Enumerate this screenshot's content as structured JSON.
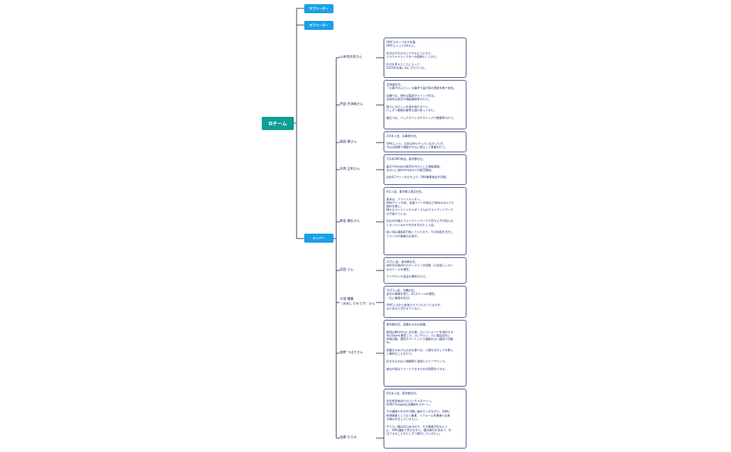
{
  "root": {
    "label": "Dチーム"
  },
  "sub_nodes": [
    "サブリーダー",
    "サブリーダー",
    "メンバー"
  ],
  "members": [
    {
      "name": "山本達太郎さん",
      "note": "OMCスタッフの大先輩。\nOMCに入って1年以上。\n\n外注はそれなりにできるようになり、\nクラウドディレクターの経験もしてきた。\n\n外注を覚えたことによって、\n2025年を楽しみにされている。"
    },
    {
      "name": "芦田 奈津樹さん",
      "note": "北海道在住。\n「お菓子のふじい」の藤井千晶代表の食歴を勢で参加。\n\n店舗では、現在は製造がメインで担当。\n全体的な販売や通販業務等も行う。\n\n誰りにも忙しい社長を助けるべく、\n少しずつ事務作業等も請け負ってきた。\n\n最近では、バックオフィスやマニュアル整備等も行う。"
    },
    {
      "name": "稲田 康さん",
      "note": "2月末入会。兵庫県在住。\n\nOMCに入り、当初は何もやっていなかったが、\n今は出版事で通販を中心に独立して事業を行う。"
    },
    {
      "name": "矢岡 正和さん",
      "note": "7月末OMC参加。東京都在住。\n\n楽天やAmazon販売を中心とした物販事業。\nあるいに海外Amazonでの販売開始。\n\n自社ECサイトの立ち上げ、SNS集客強化が目標。"
    },
    {
      "name": "飯島 康弘さん",
      "note": "8月入会。東京都江東区在住。\n\n基本は、アフィリエイター。\nWebサイト作成、会員サイト作成などWebのなんでも\n屋的な感じ。\n様々なコンテンツホルダーさんのクライアントワーク\nも手掛けている。\n\n自分の作業とクライアントワークで色々と手が回らな\nくなっているので外注を学びたく入会。\n\n若い頃は漫画家目指していたので、その知見を活かし\nてマンガの事業も計画中。"
    },
    {
      "name": "前田 さん",
      "note": "11月入会。東京都在住。\n海外在住者向けのオンライン学習塾・日本語レッスン\nのスクールを運営。\n\nアイサロンや英会の運営も行う。"
    },
    {
      "name": "大城 優暮\n（おおしろゆうき）さん",
      "note": "11/11入会。沖縄在住。\n会社の事業を受け、ESスクールの運営。\n（主に集客を担当）\n\nOMCにはから参加させていただいてますが、\nまだあまり活かせていない。"
    },
    {
      "name": "後野 つばささん",
      "note": "東京都在住。高藤ひるみの秘書。\n\n普段は都内中心にお仕事、占いコンテンツを発信する\nYouTubeを運営しり、占いサロン、占い電話会社に\n所属活動、運用サポートしたり複数の占い媒体で活動\n中。\n\n高藤ひるみさんのお仕事では、人脈を活かし人を繋ぐ\n人事的なことを行う。\n\n好きなものは人間観察と酒道とテクノサウンド。\n\n座右の銘はイメージできるものは現実化できる。"
    },
    {
      "name": "佐藤 ひろみ",
      "note": "9月末入会。東京都在住。\n\n会社経営者向けのコンサルがメイン。\n年明けGoogle広告講座をスタート。\n\nその講座も外注を目標に進めていきながら、同時に\n新規事業としてまい事業、リフォーム系事業も出来\nる事は外注していきたい。\n\nやりたい事は沢山あるので、その事業が回るよう\nに、OMC講座で学びながら、優先順位を決めて、外\n注できることを少しずつ増やしていきたい。"
    }
  ]
}
